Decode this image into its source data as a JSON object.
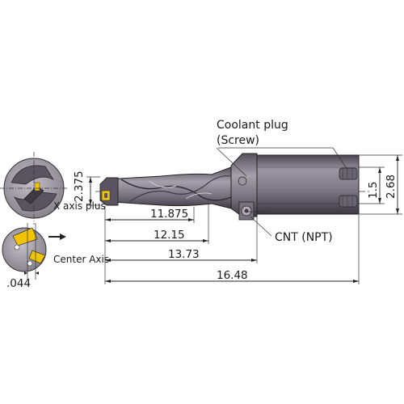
{
  "labels": {
    "coolant_plug": "Coolant plug",
    "screw": "(Screw)",
    "cnt_npt": "CNT  (NPT)",
    "x_axis_plus": "X axis plus",
    "center_axis": "Center Axis"
  },
  "dimensions": {
    "d_2375": "2.375",
    "d_11875": "11.875",
    "d_1215": "12.15",
    "d_1373": "13.73",
    "d_1648": "16.48",
    "d_15": "1.5",
    "d_268": "2.68",
    "d_044": ".044"
  },
  "colors": {
    "body": "#7a7480",
    "body_dark": "#3e3a44",
    "body_light": "#b3aeb8",
    "shank": "#8a8490",
    "insert": "#f2c400",
    "circle_fill": "#a9a4ae"
  }
}
